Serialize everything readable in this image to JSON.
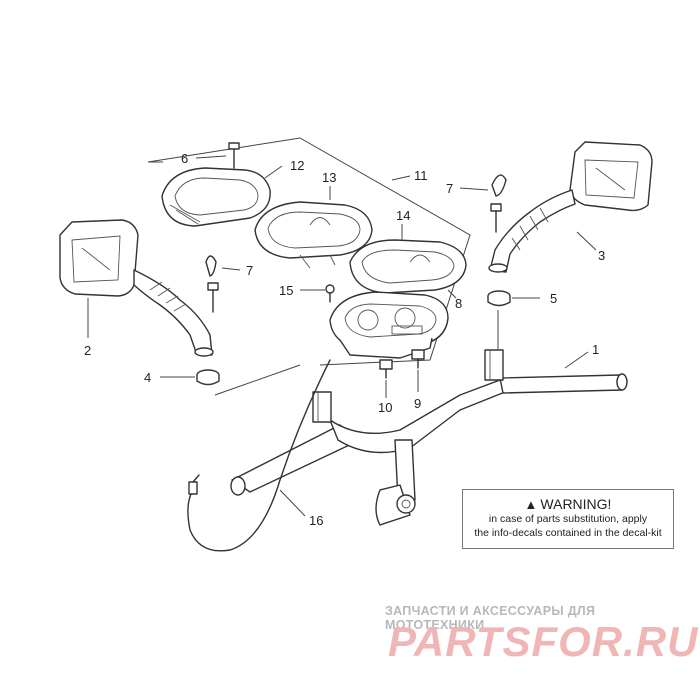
{
  "callouts": {
    "c1": "1",
    "c2": "2",
    "c3": "3",
    "c4": "4",
    "c5": "5",
    "c6": "6",
    "c7a": "7",
    "c7b": "7",
    "c8": "8",
    "c9": "9",
    "c10": "10",
    "c11": "11",
    "c12": "12",
    "c13": "13",
    "c14": "14",
    "c15": "15",
    "c16": "16"
  },
  "warning": {
    "icon": "warning-triangle-icon",
    "title": "WARNING!",
    "line1": "in case of parts substitution, apply",
    "line2": "the info-decals contained in the decal-kit"
  },
  "watermark": {
    "caption": "ЗАПЧАСТИ И АКСЕССУАРЫ ДЛЯ МОТОТЕХНИКИ",
    "logo_text": "PARTSFOR.RU",
    "color": "#f0b6b6"
  }
}
